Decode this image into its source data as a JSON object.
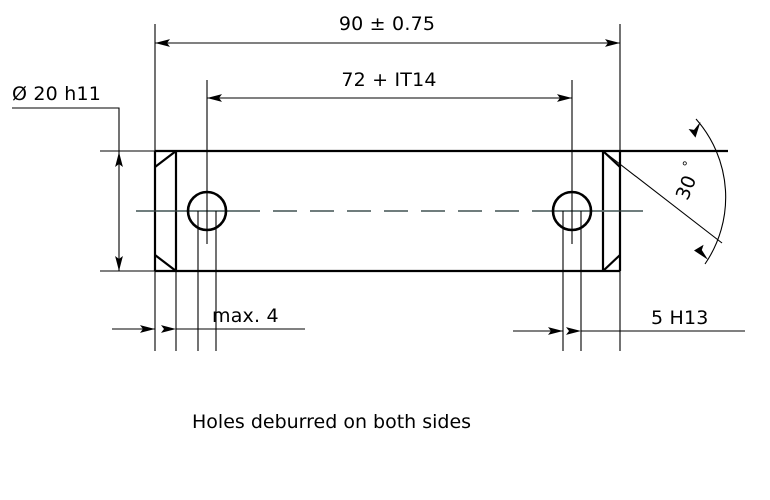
{
  "drawing": {
    "title": "Pin with cross holes - dimensioned technical drawing",
    "background_color": "#ffffff",
    "line_color": "#000000",
    "centerline_color": "#5c6b6b"
  },
  "dimensions": {
    "overall_length": {
      "label": "90 ± 0.75",
      "name": "overall-length-dimension"
    },
    "hole_spacing": {
      "label": "72 + IT14",
      "name": "hole-spacing-dimension"
    },
    "diameter": {
      "label": "Ø 20 h11",
      "name": "diameter-dimension"
    },
    "chamfer_width": {
      "label": "max. 4",
      "name": "chamfer-width-dimension"
    },
    "hole_diameter": {
      "label": "5 H13",
      "name": "hole-diameter-dimension"
    },
    "chamfer_angle": {
      "label": "30",
      "degree_symbol": "°",
      "name": "chamfer-angle-dimension"
    }
  },
  "notes": {
    "deburr": "Holes deburred on both sides"
  }
}
